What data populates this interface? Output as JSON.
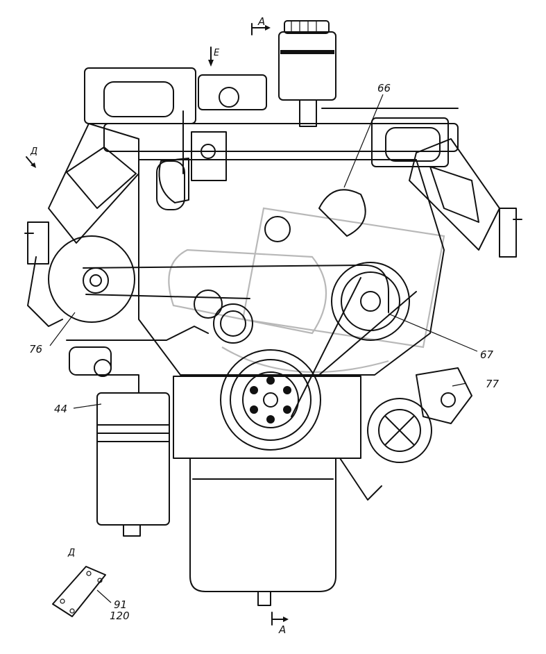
{
  "labels": {
    "section_a_top": "A",
    "section_a_bottom": "A",
    "view_e": "E",
    "view_d_left": "Д",
    "view_d_detail": "Д",
    "part_66": "66",
    "part_67": "67",
    "part_76": "76",
    "part_77": "77",
    "part_44": "44",
    "part_91": "91",
    "part_120": "120"
  },
  "colors": {
    "line": "#111111",
    "watermark": "#b8b8b8",
    "background": "#ffffff"
  }
}
